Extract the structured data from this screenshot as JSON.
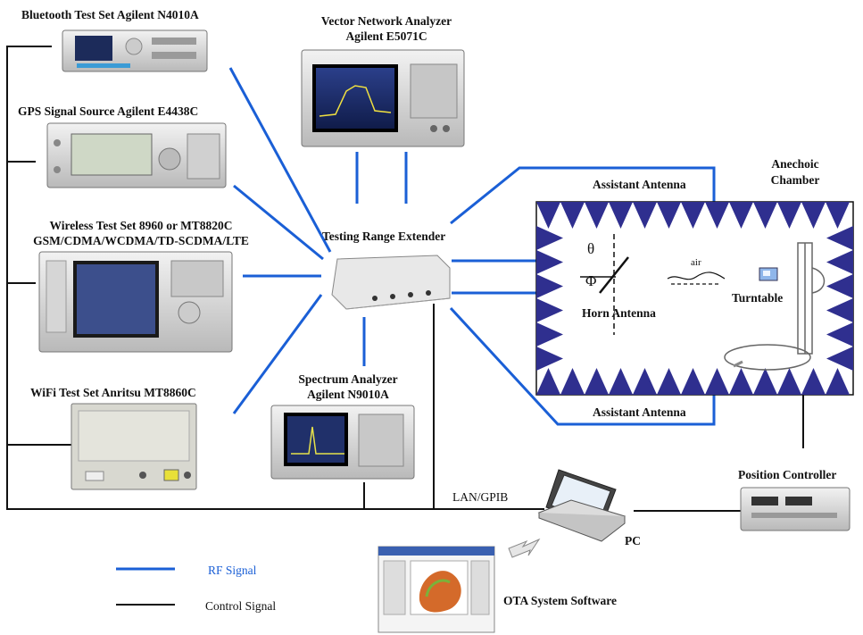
{
  "instruments": {
    "bluetooth": "Bluetooth Test Set Agilent N4010A",
    "gps": "GPS Signal Source Agilent E4438C",
    "wireless_line1": "Wireless Test Set 8960 or MT8820C",
    "wireless_line2": "GSM/CDMA/WCDMA/TD-SCDMA/LTE",
    "wifi": "WiFi Test Set Anritsu MT8860C",
    "vna_line1": "Vector Network Analyzer",
    "vna_line2": "Agilent E5071C",
    "spectrum_line1": "Spectrum Analyzer",
    "spectrum_line2": "Agilent N9010A",
    "extender": "Testing Range Extender",
    "position_controller": "Position Controller",
    "pc": "PC",
    "software": "OTA System Software"
  },
  "chamber": {
    "title_line1": "Anechoic",
    "title_line2": "Chamber",
    "assistant_antenna_top": "Assistant Antenna",
    "assistant_antenna_bottom": "Assistant Antenna",
    "horn_antenna": "Horn Antenna",
    "turntable": "Turntable",
    "air": "air",
    "theta": "θ",
    "phi": "Φ"
  },
  "bus_label": "LAN/GPIB",
  "legend": {
    "rf": "RF Signal",
    "control": "Control Signal"
  },
  "colors": {
    "rf": "#1a5fd6",
    "control": "#111111",
    "absorber": "#2f2f8f"
  }
}
